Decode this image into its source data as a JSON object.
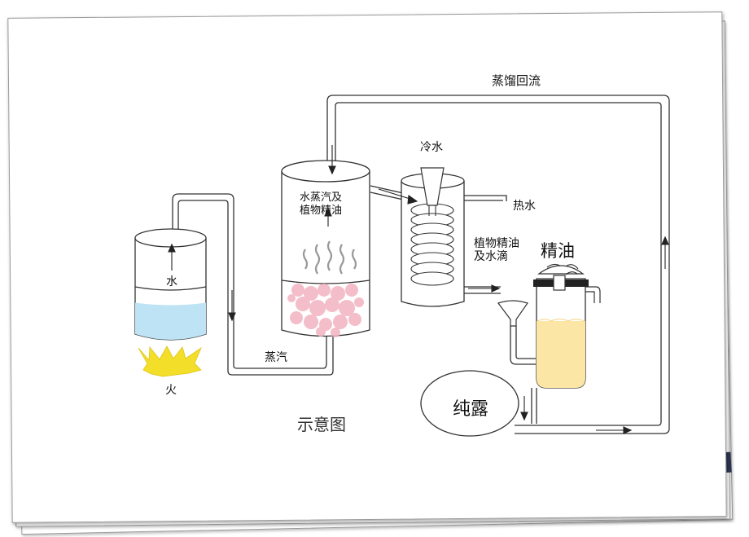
{
  "labels": {
    "reflux": "蒸馏回流",
    "cold_water": "冷水",
    "hot_water": "热水",
    "steam_oil_line1": "水蒸汽及",
    "steam_oil_line2": "植物精油",
    "oil_drops_line1": "植物精油",
    "oil_drops_line2": "及水滴",
    "essential_oil": "精油",
    "water": "水",
    "steam": "蒸汽",
    "fire": "火",
    "hydrosol": "纯露",
    "caption": "示意图"
  },
  "colors": {
    "water": "#bde3f5",
    "flower": "#f2b2c0",
    "oil": "#fce6a6",
    "flame": "#f3de2a",
    "line": "#333333",
    "cap": "#222222"
  },
  "icons": [
    "steam-waves-icon",
    "flame-icon",
    "arrow-icon"
  ]
}
